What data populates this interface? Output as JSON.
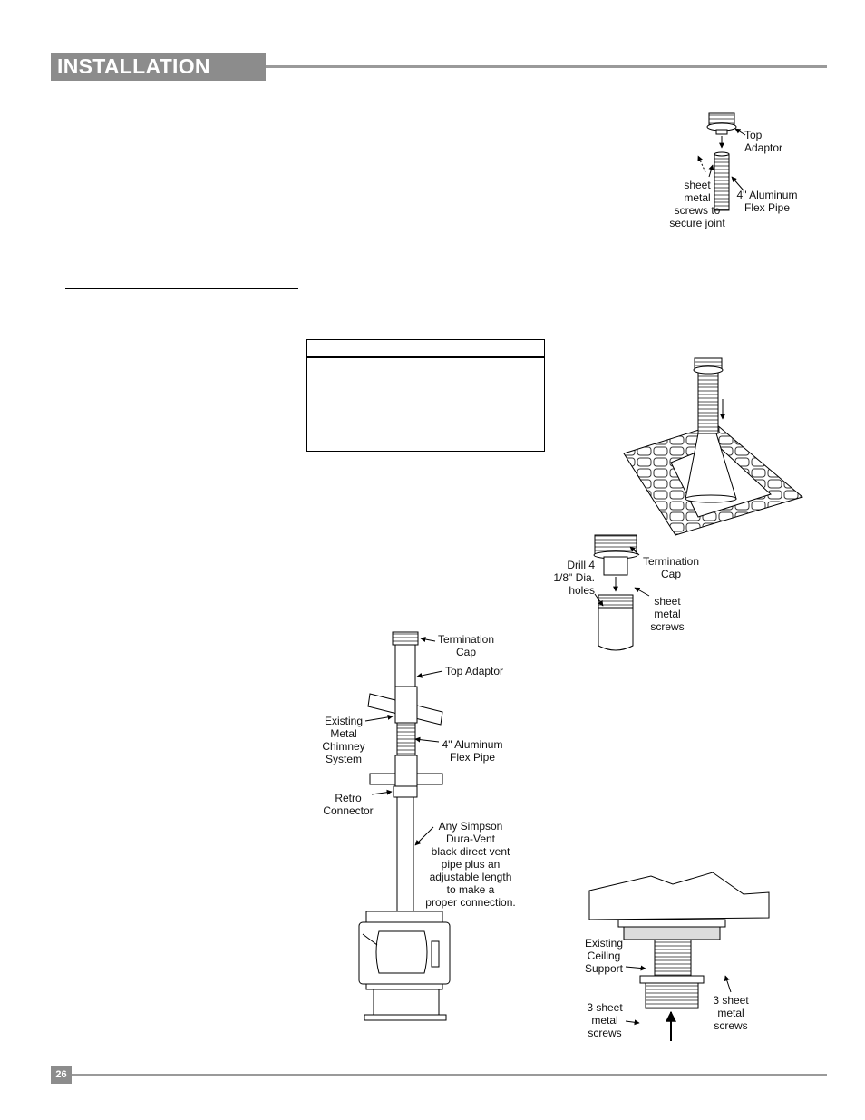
{
  "header": {
    "title": "INSTALLATION"
  },
  "footer": {
    "page_number": "26"
  },
  "figure_top": {
    "top_adaptor": "Top\nAdaptor",
    "screws": "sheet\nmetal\nscrews to\nsecure joint",
    "flex_pipe": "4\" Aluminum\nFlex Pipe"
  },
  "figure_cap": {
    "drill": "Drill 4\n1/8\" Dia.\nholes",
    "termination_cap": "Termination\nCap",
    "screws": "sheet\nmetal\nscrews"
  },
  "figure_stove": {
    "termination_cap": "Termination\nCap",
    "top_adaptor": "Top Adaptor",
    "existing_chimney": "Existing\nMetal\nChimney\nSystem",
    "flex_pipe": "4\" Aluminum\nFlex Pipe",
    "retro_connector": "Retro\nConnector",
    "simpson_note": "Any Simpson\nDura-Vent\nblack direct vent\npipe plus an\nadjustable length\nto make a\nproper connection."
  },
  "figure_ceiling": {
    "existing_support": "Existing\nCeiling\nSupport",
    "screws_left": "3 sheet\nmetal\nscrews",
    "screws_right": "3 sheet\nmetal\nscrews"
  }
}
